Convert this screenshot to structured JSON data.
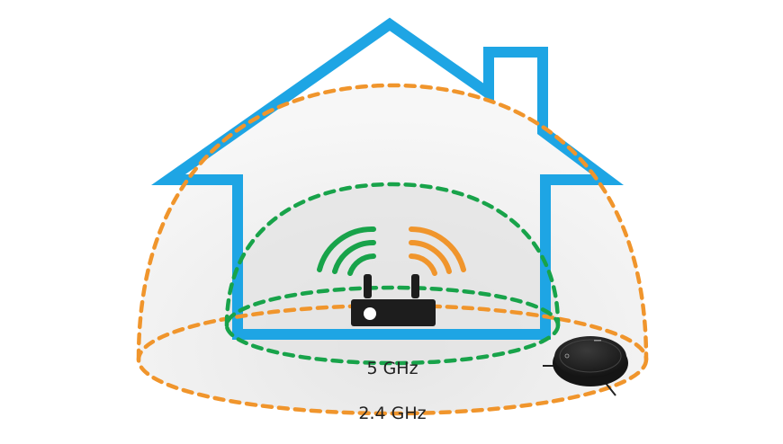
{
  "labels": {
    "band_5ghz": "5 GHz",
    "band_24ghz": "2.4 GHz"
  },
  "colors": {
    "house": "#1ea5e4",
    "band_24ghz": "#f0952c",
    "band_5ghz": "#18a34a",
    "router": "#1d1d1d",
    "robot": "#1c1c1c"
  },
  "icons": [
    "house-outline",
    "router-icon",
    "wifi-waves-5ghz-icon",
    "wifi-waves-24ghz-icon",
    "robot-vacuum-icon"
  ]
}
